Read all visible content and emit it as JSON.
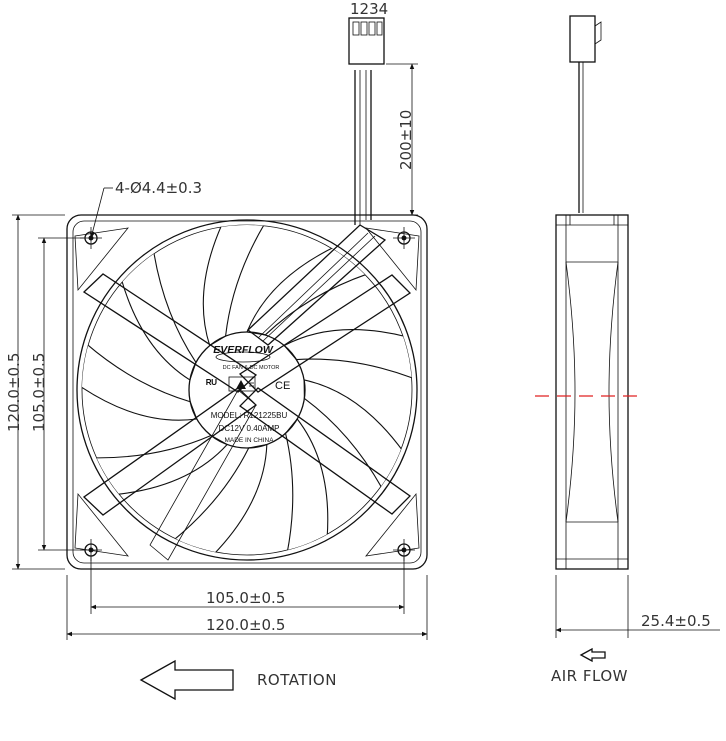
{
  "connector": {
    "pins": "1234"
  },
  "dimensions": {
    "cable_length": "200±10",
    "holes": "4-Ø4.4±0.3",
    "height_outer": "120.0±0.5",
    "height_inner": "105.0±0.5",
    "width_inner": "105.0±0.5",
    "width_outer": "120.0±0.5",
    "depth": "25.4±0.5"
  },
  "hub_label": {
    "brand": "EVERFLOW",
    "tagline": "DC FAN & DC MOTOR",
    "model": "MODEL: R121225BU",
    "rating": "DC12V  0.40AMP",
    "origin": "MADE IN CHINA",
    "cert_ul": "ᴿᵁ",
    "cert_ce": "CE"
  },
  "legend": {
    "rotation": "ROTATION",
    "air_flow": "AIR  FLOW"
  },
  "colors": {
    "centerline": "#e02020",
    "ink": "#111111"
  }
}
